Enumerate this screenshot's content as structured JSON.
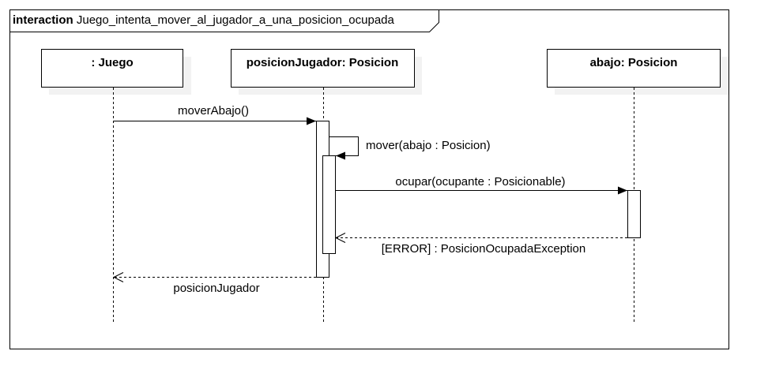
{
  "frame": {
    "keyword": "interaction",
    "name": "Juego_intenta_mover_al_jugador_a_una_posicion_ocupada"
  },
  "lifelines": [
    {
      "label": ": Juego"
    },
    {
      "label": "posicionJugador: Posicion"
    },
    {
      "label": "abajo: Posicion"
    }
  ],
  "messages": [
    {
      "label": "moverAbajo()",
      "kind": "sync"
    },
    {
      "label": "mover(abajo : Posicion)",
      "kind": "self"
    },
    {
      "label": "ocupar(ocupante : Posicionable)",
      "kind": "sync"
    },
    {
      "label": "[ERROR] : PosicionOcupadaException",
      "kind": "return"
    },
    {
      "label": "posicionJugador",
      "kind": "return"
    }
  ],
  "colors": {
    "stroke": "#000000",
    "shadow": "#f2f2f2",
    "fill": "#ffffff"
  }
}
